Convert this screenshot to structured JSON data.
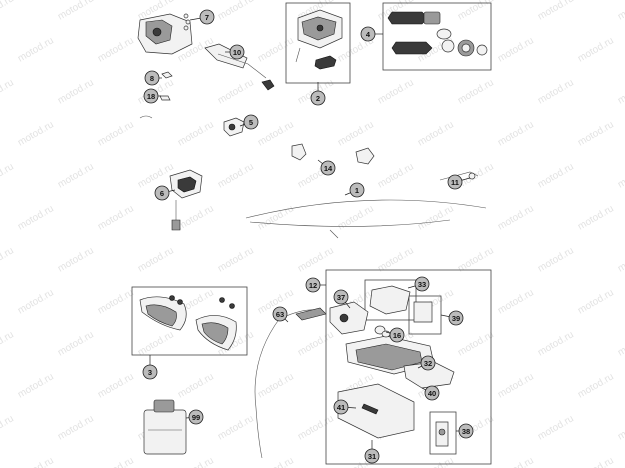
{
  "watermark": "motod.ru",
  "callouts": [
    "7",
    "10",
    "2",
    "4",
    "8",
    "18",
    "5",
    "14",
    "6",
    "1",
    "11",
    "12",
    "33",
    "37",
    "63",
    "39",
    "16",
    "3",
    "32",
    "40",
    "99",
    "41",
    "38",
    "31"
  ]
}
